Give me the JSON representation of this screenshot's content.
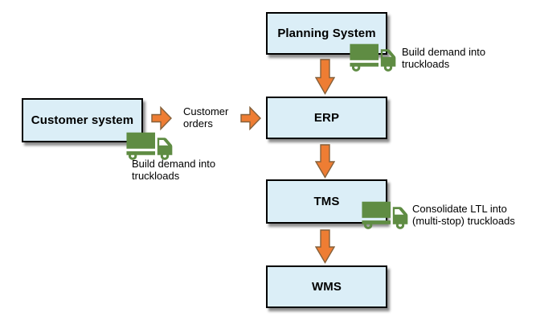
{
  "colors": {
    "box_fill": "#dbeef7",
    "box_border": "#000000",
    "arrow_fill": "#ee7d33",
    "arrow_stroke": "#85603a",
    "truck_green": "#5f8c43",
    "text_color": "#000000",
    "page_bg": "#ffffff"
  },
  "diagram": {
    "nodes": [
      {
        "id": "planning",
        "label": "Planning System"
      },
      {
        "id": "customer",
        "label": "Customer system"
      },
      {
        "id": "erp",
        "label": "ERP"
      },
      {
        "id": "tms",
        "label": "TMS"
      },
      {
        "id": "wms",
        "label": "WMS"
      }
    ],
    "edges": [
      {
        "from": "planning",
        "to": "erp",
        "type": "down-arrow"
      },
      {
        "from": "customer",
        "to": "erp",
        "type": "right-arrow",
        "label": "Customer\norders"
      },
      {
        "from": "erp",
        "to": "tms",
        "type": "down-arrow"
      },
      {
        "from": "tms",
        "to": "wms",
        "type": "down-arrow"
      }
    ],
    "edge_label": "Customer\norders",
    "annotations": [
      {
        "id": "planning_truck",
        "icon": "truck-icon",
        "text": "Build demand into\ntruckloads"
      },
      {
        "id": "customer_truck",
        "icon": "truck-icon",
        "text": "Build demand into\ntruckloads"
      },
      {
        "id": "tms_truck",
        "icon": "truck-icon",
        "text": "Consolidate LTL into\n(multi-stop) truckloads"
      }
    ]
  }
}
